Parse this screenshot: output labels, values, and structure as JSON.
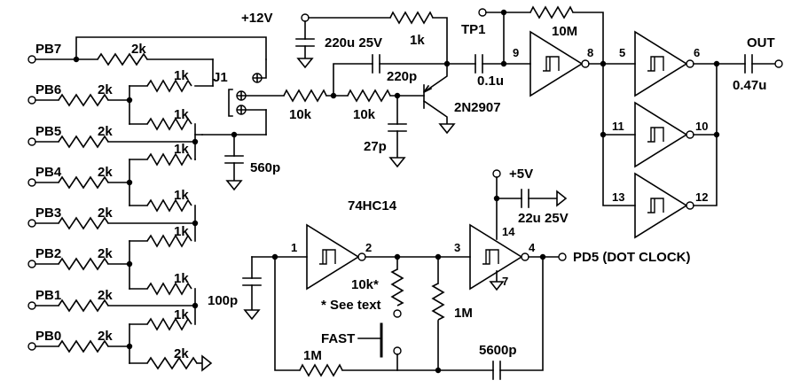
{
  "ports": {
    "pb7": "PB7",
    "pb6": "PB6",
    "pb5": "PB5",
    "pb4": "PB4",
    "pb3": "PB3",
    "pb2": "PB2",
    "pb1": "PB1",
    "pb0": "PB0",
    "out": "OUT",
    "dot_clock": "PD5 (DOT CLOCK)"
  },
  "supplies": {
    "v12": "+12V",
    "v5": "+5V"
  },
  "parts": {
    "r_2k": "2k",
    "r_1k": "1k",
    "r_10k": "10k",
    "r_10k_star": "10k*",
    "r_1m": "1M",
    "r_10m": "10M",
    "c_220u": "220u 25V",
    "c_220p": "220p",
    "c_27p": "27p",
    "c_560p": "560p",
    "c_01u": "0.1u",
    "c_047u": "0.47u",
    "c_22u": "22u 25V",
    "c_100p": "100p",
    "c_5600p": "5600p",
    "transistor": "2N2907",
    "ic": "74HC14",
    "jumper": "J1",
    "testpoint": "TP1",
    "switch": "FAST",
    "note": "* See text"
  },
  "pins": {
    "p1": "1",
    "p2": "2",
    "p3": "3",
    "p4": "4",
    "p5": "5",
    "p6": "6",
    "p7": "7",
    "p8": "8",
    "p9": "9",
    "p10": "10",
    "p11": "11",
    "p12": "12",
    "p13": "13",
    "p14": "14"
  }
}
